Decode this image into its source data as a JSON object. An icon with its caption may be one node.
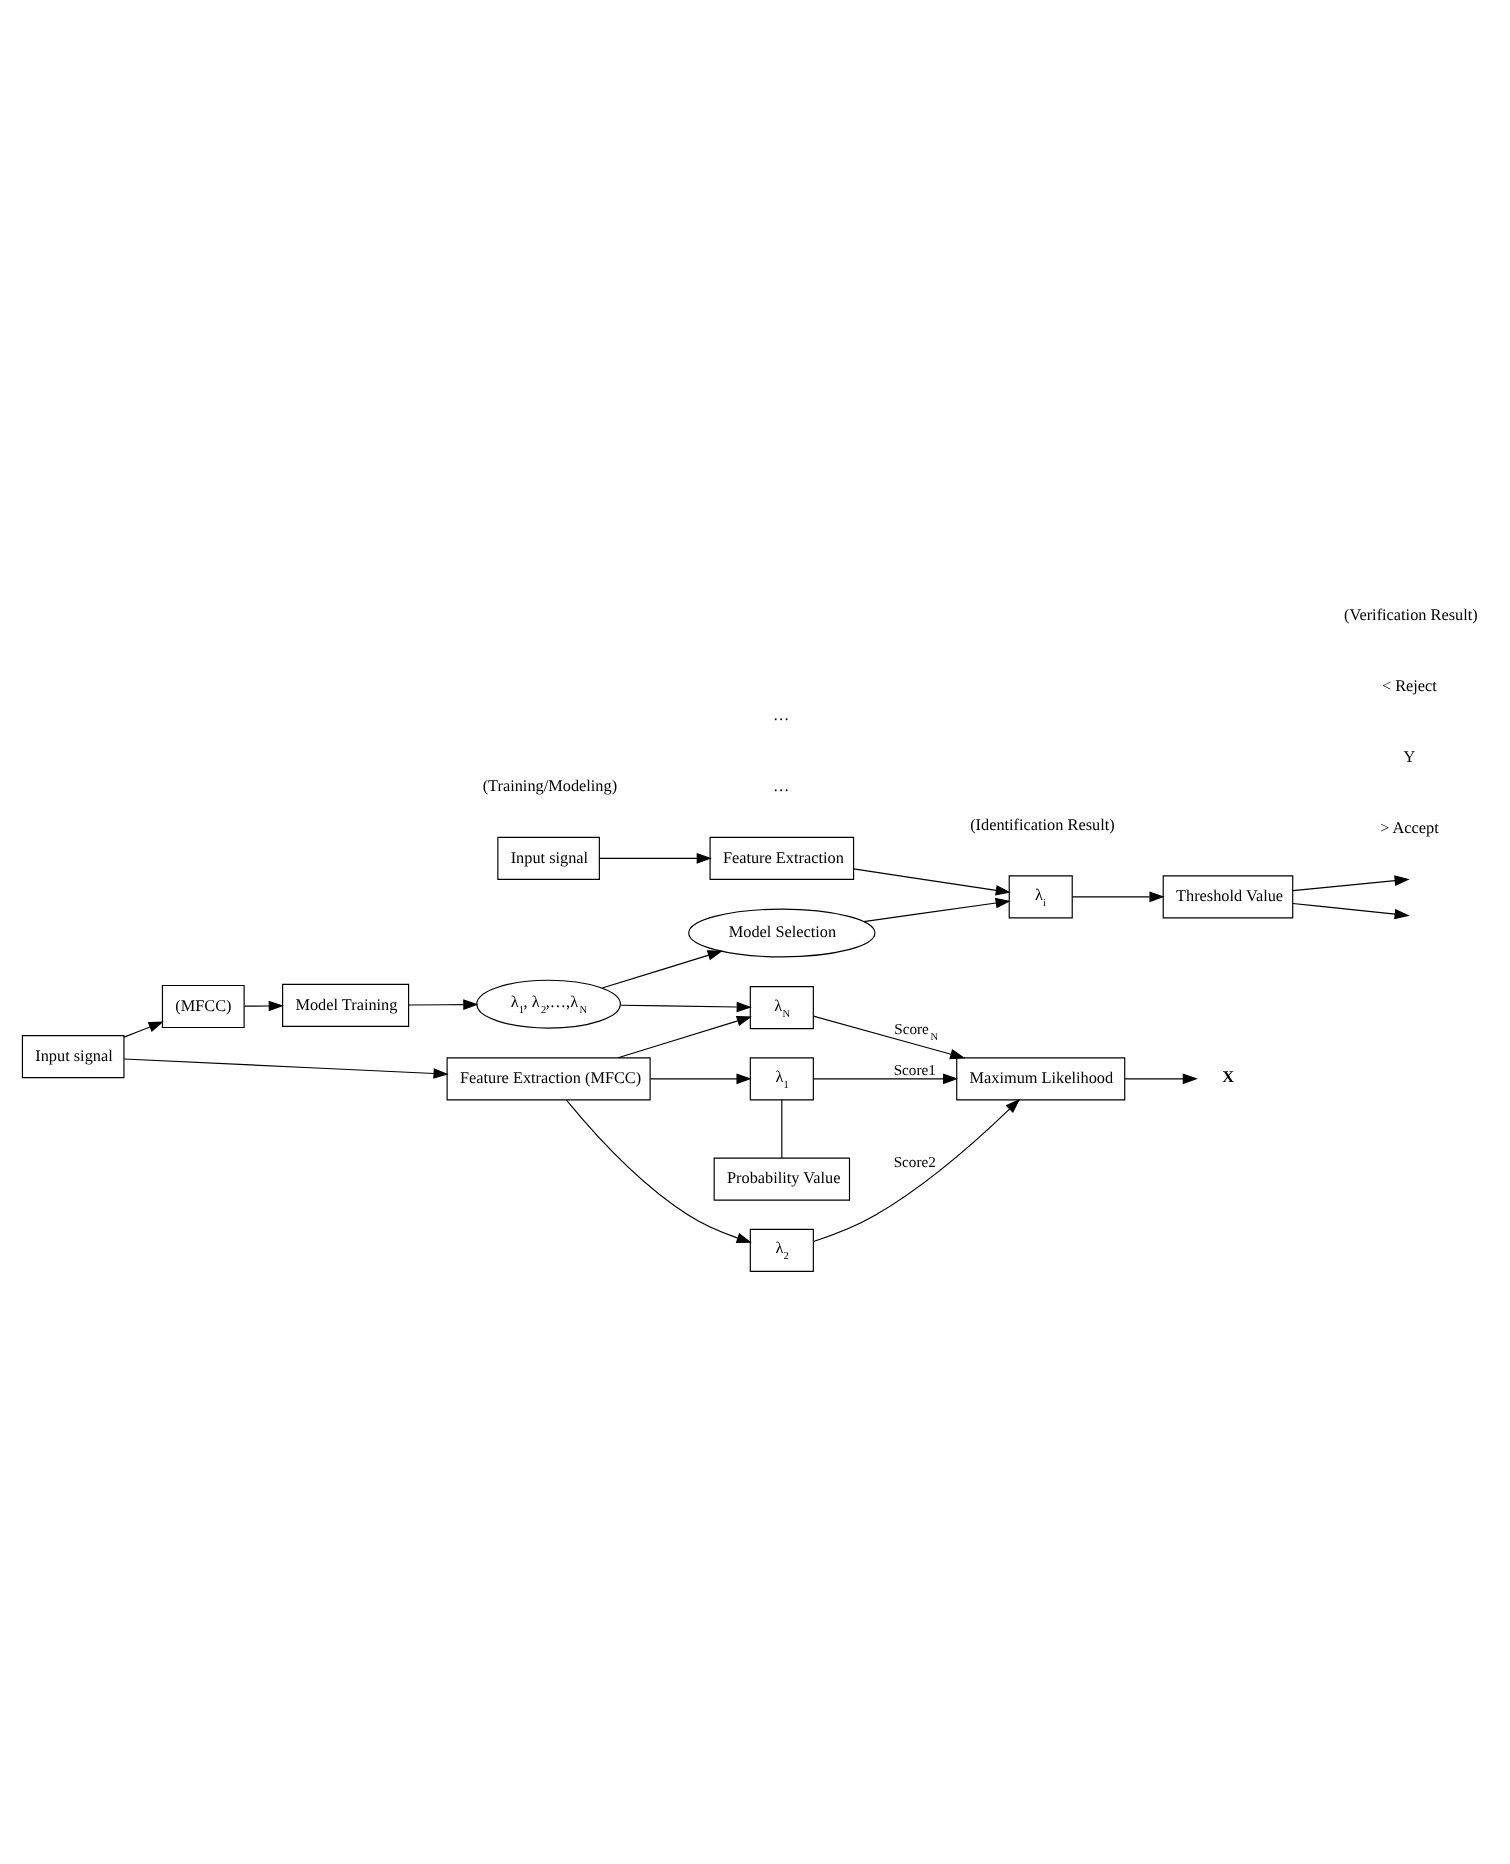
{
  "diagram": {
    "nodes": [
      {
        "text": [
          "Probability Value"
        ]
      },
      {
        "text": [
          "Input signal"
        ]
      },
      {
        "text": [
          "Feature Extraction (MFCC)"
        ]
      },
      {
        "text": [
          "λ$_{1}$"
        ]
      },
      {
        "text": [
          "λ$_{2}$"
        ]
      },
      {
        "text": [
          "λ$_{N}$"
        ]
      },
      {
        "text": [
          "Maximum Likelihood"
        ]
      },
      {
        "text": [
          "X"
        ]
      },
      {
        "text": [
          "(MFCC)"
        ]
      },
      {
        "text": [
          "Model Training"
        ]
      },
      {
        "text": [
          "λ$_{1}$, λ$_{2}$,…,λ$_{N}$"
        ]
      },
      {
        "text": [
          "Model Selection"
        ]
      },
      {
        "text": [
          "Input signal"
        ]
      },
      {
        "text": [
          "Feature Extraction"
        ]
      },
      {
        "text": [
          "λ$_{i}$"
        ]
      },
      {
        "text": [
          "Threshold Value"
        ]
      }
    ],
    "edges": [
      {
        "from": 1,
        "to": 2,
        "arrow": "to"
      },
      {
        "from": 2,
        "to": 3,
        "arrow": "to"
      },
      {
        "from": 2,
        "to": 4,
        "arrow": "to"
      },
      {
        "from": 2,
        "to": 5,
        "arrow": "to"
      },
      {
        "from": 0,
        "to": 3,
        "arrow": "none"
      },
      {
        "from": 3,
        "to": 6,
        "arrow": "to",
        "label": "Score1"
      },
      {
        "from": 4,
        "to": 6,
        "arrow": "to",
        "label": "Score2"
      },
      {
        "from": 5,
        "to": 6,
        "arrow": "to",
        "label": "Score$_{N}$"
      },
      {
        "from": 6,
        "to": 7,
        "arrow": "to"
      },
      {
        "from": 1,
        "to": 8,
        "arrow": "to"
      },
      {
        "from": 8,
        "to": 9,
        "arrow": "to"
      },
      {
        "from": 9,
        "to": 10,
        "arrow": "to"
      },
      {
        "from": 10,
        "to": 5,
        "arrow": "to"
      },
      {
        "from": 10,
        "to": 11,
        "arrow": "to"
      },
      {
        "from": 11,
        "to": 14,
        "arrow": "to"
      },
      {
        "from": 12,
        "to": 13,
        "arrow": "to"
      },
      {
        "from": 13,
        "to": 14,
        "arrow": "to"
      },
      {
        "from": 14,
        "to": 15,
        "arrow": "to"
      },
      {
        "from": 15,
        "to": null,
        "arrow": "to"
      },
      {
        "from": 15,
        "to": null,
        "arrow": "to"
      }
    ],
    "labels": [
      "…",
      "…",
      "(Identification Result)",
      "(Training/Modeling)",
      "> Accept",
      "Y",
      "< Reject",
      "(Verification Result)"
    ]
  }
}
